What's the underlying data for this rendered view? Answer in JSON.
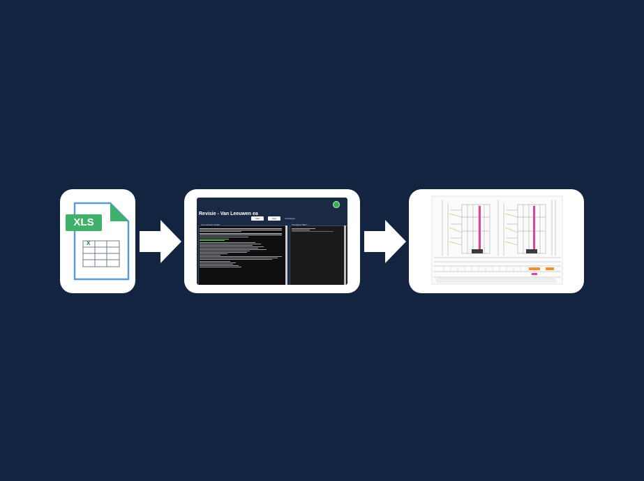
{
  "xls_card": {
    "badge_text": "XLS",
    "grid_letter": "X",
    "colors": {
      "badge": "#3fb16a",
      "outline": "#5b9bd5",
      "grid_letter": "#1f8a3a"
    },
    "icon": "excel-spreadsheet-icon"
  },
  "arrows": {
    "icon": "arrow-right-icon",
    "color": "#ffffff"
  },
  "app_card": {
    "title": "Revisie - Van Leeuwen ea",
    "button_1": "Start",
    "button_2": "Stop",
    "toolbar_text": "Instellingen",
    "console_label": "Live Console Output",
    "progress_label": "Voortgang Taken",
    "status_icon": "status-ok-icon",
    "colors": {
      "window": "#1b2a44",
      "console": "#0f0f10",
      "status": "#2fb34a"
    }
  },
  "drawing_card": {
    "icon": "technical-drawing-icon",
    "colors": {
      "highlight": "#e0449a",
      "accent": "#f0902a"
    }
  },
  "background_color": "#12243f"
}
